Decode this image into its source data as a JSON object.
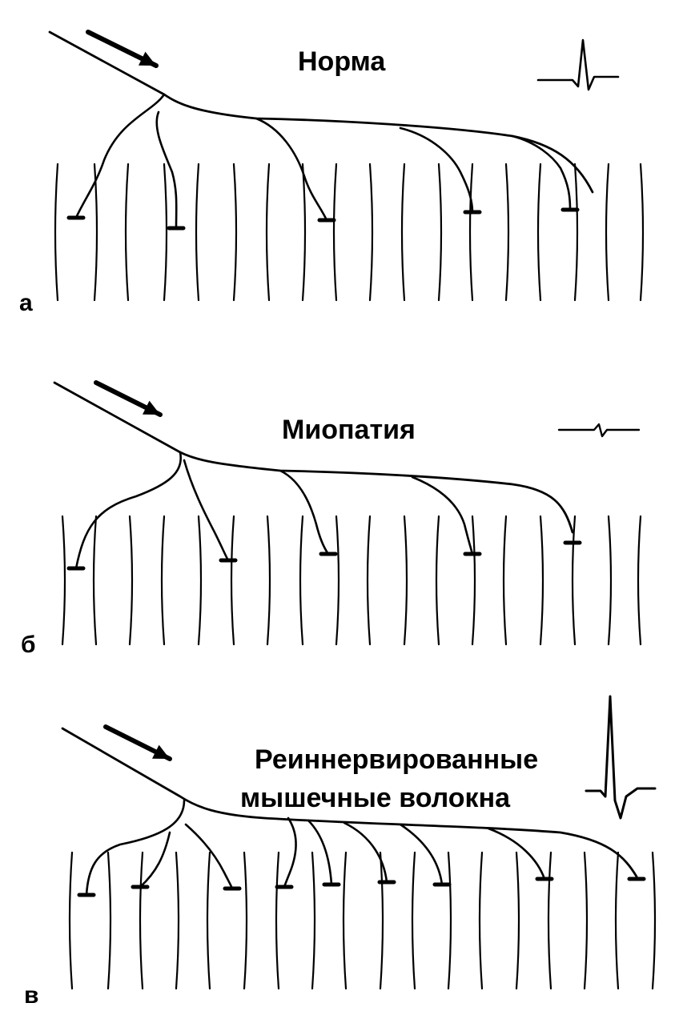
{
  "panels": [
    {
      "letter": "а",
      "title_lines": [
        "Норма"
      ]
    },
    {
      "letter": "б",
      "title_lines": [
        "Миопатия"
      ]
    },
    {
      "letter": "в",
      "title_lines": [
        "Реиннервированные",
        "мышечные волокна"
      ]
    }
  ],
  "colors": {
    "ink": "#000000",
    "background": "#ffffff"
  }
}
